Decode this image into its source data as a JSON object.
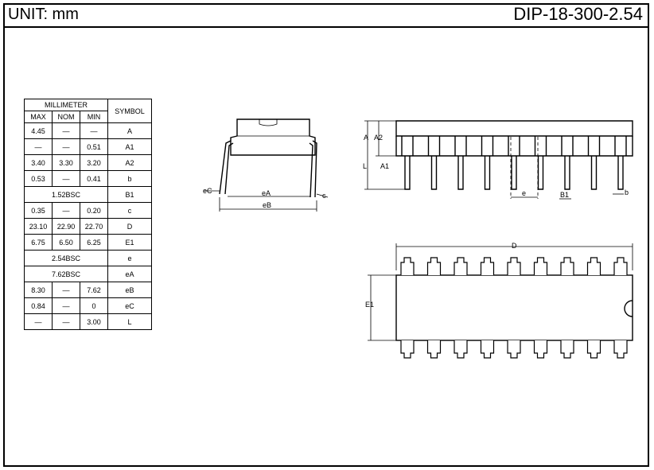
{
  "header": {
    "unit": "UNIT: mm",
    "title": "DIP-18-300-2.54"
  },
  "table": {
    "group_header": "MILLIMETER",
    "symbol_header": "SYMBOL",
    "columns": [
      "MAX",
      "NOM",
      "MIN"
    ],
    "rows": [
      {
        "symbol": "A",
        "max": "4.45",
        "nom": "—",
        "min": "—"
      },
      {
        "symbol": "A1",
        "max": "—",
        "nom": "—",
        "min": "0.51"
      },
      {
        "symbol": "A2",
        "max": "3.40",
        "nom": "3.30",
        "min": "3.20"
      },
      {
        "symbol": "b",
        "max": "0.53",
        "nom": "—",
        "min": "0.41"
      },
      {
        "symbol": "B1",
        "span": "1.52BSC"
      },
      {
        "symbol": "c",
        "max": "0.35",
        "nom": "—",
        "min": "0.20"
      },
      {
        "symbol": "D",
        "max": "23.10",
        "nom": "22.90",
        "min": "22.70"
      },
      {
        "symbol": "E1",
        "max": "6.75",
        "nom": "6.50",
        "min": "6.25"
      },
      {
        "symbol": "e",
        "span": "2.54BSC"
      },
      {
        "symbol": "eA",
        "span": "7.62BSC"
      },
      {
        "symbol": "eB",
        "max": "8.30",
        "nom": "—",
        "min": "7.62"
      },
      {
        "symbol": "eC",
        "max": "0.84",
        "nom": "—",
        "min": "0"
      },
      {
        "symbol": "L",
        "max": "—",
        "nom": "—",
        "min": "3.00"
      }
    ]
  },
  "end_view": {
    "label_eC": "eC",
    "label_eA": "eA",
    "label_eB": "eB",
    "label_c": "c"
  },
  "side_view": {
    "label_A": "A",
    "label_A2": "A2",
    "label_A1": "A1",
    "label_L": "L",
    "label_e": "e",
    "label_B1": "B1",
    "label_b": "b"
  },
  "top_view": {
    "label_D": "D",
    "label_E1": "E1"
  }
}
